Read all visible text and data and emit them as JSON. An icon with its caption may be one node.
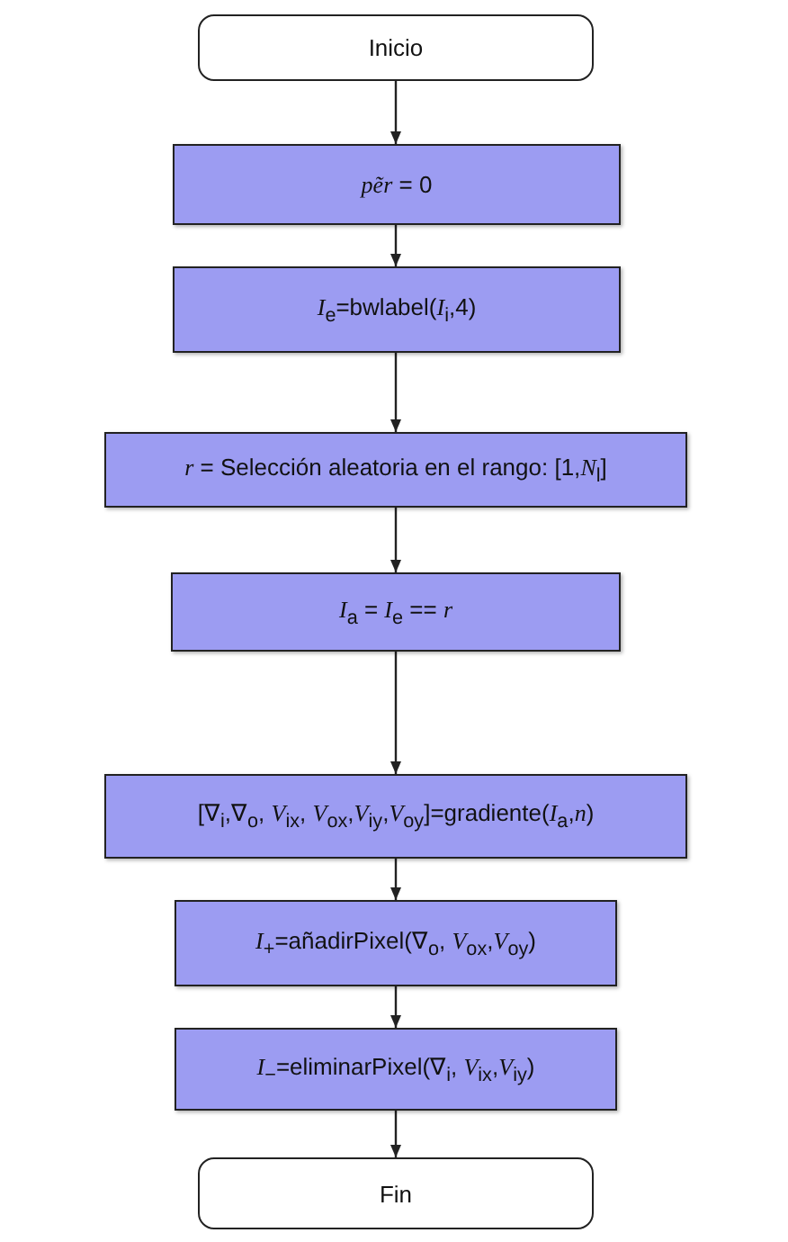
{
  "diagram": {
    "nodes": [
      {
        "text": [
          "Inicio"
        ]
      },
      {
        "text": [
          "*pẽr* = 0"
        ]
      },
      {
        "text": [
          "*I*$_{e}$=bwlabel(*I*$_{i}$,4)"
        ]
      },
      {
        "text": [
          "*r* = Selección aleatoria en el rango: [1,*N*$_{l}$]"
        ]
      },
      {
        "text": [
          "*I*$_{a}$ = *I*$_{e}$ == *r*"
        ]
      },
      {
        "text": [
          "[∇$_{i}$,∇$_{o}$, *V*$_{ix}$, *V*$_{ox}$,*V*$_{iy}$,*V*$_{oy}$]=gradiente(*I*$_{a}$,*n*)"
        ]
      },
      {
        "text": [
          "*I*$_{+}$=añadirPixel(∇$_{o}$, *V*$_{ox}$,*V*$_{oy}$)"
        ]
      },
      {
        "text": [
          "*I*$_{−}$=eliminarPixel(∇$_{i}$, *V*$_{ix}$,*V*$_{iy}$)"
        ]
      },
      {
        "text": [
          "Fin"
        ]
      }
    ],
    "edges": [
      {
        "from": 0,
        "to": 1,
        "arrow": "to"
      },
      {
        "from": 1,
        "to": 2,
        "arrow": "to"
      },
      {
        "from": 2,
        "to": 3,
        "arrow": "to"
      },
      {
        "from": 3,
        "to": 4,
        "arrow": "to"
      },
      {
        "from": 4,
        "to": 5,
        "arrow": "to"
      },
      {
        "from": 5,
        "to": 6,
        "arrow": "to"
      },
      {
        "from": 6,
        "to": 7,
        "arrow": "to"
      },
      {
        "from": 7,
        "to": 8,
        "arrow": "to"
      }
    ]
  }
}
